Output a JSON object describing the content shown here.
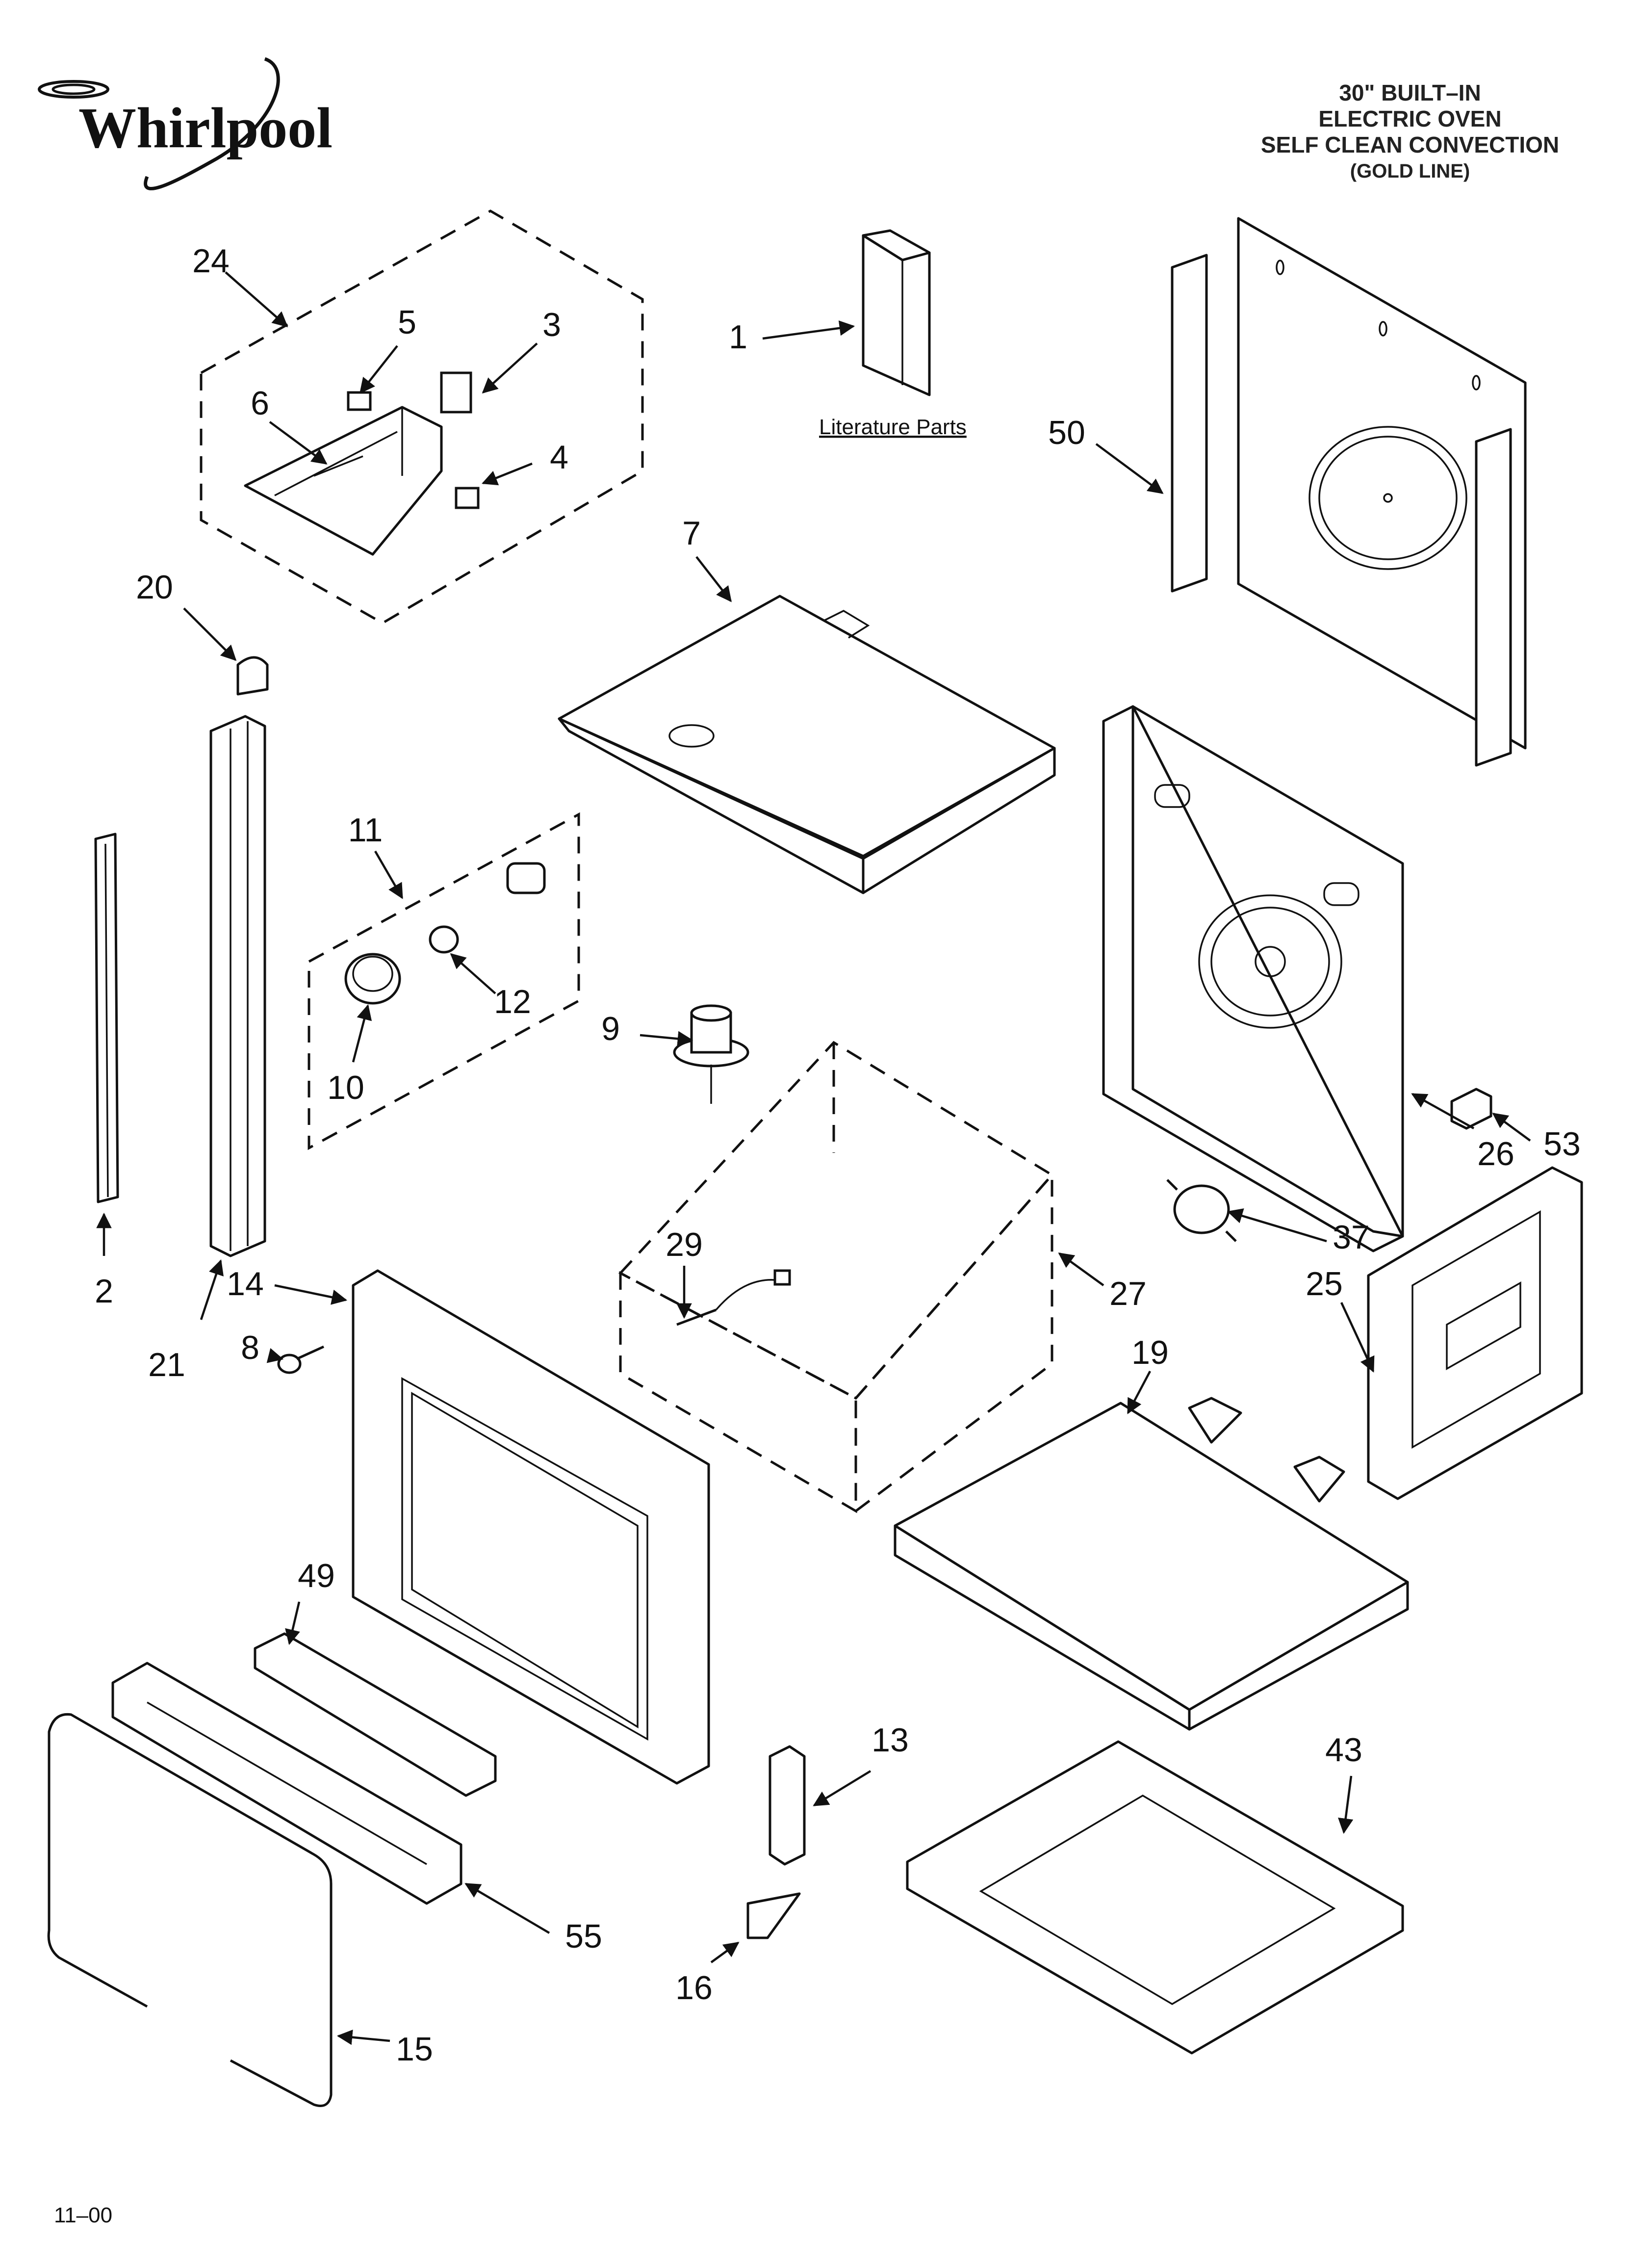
{
  "brand": {
    "name": "Whirlpool"
  },
  "title": {
    "line1": "30\" BUILT–IN",
    "line2": "ELECTRIC OVEN",
    "line3": "SELF CLEAN CONVECTION",
    "line4": "(GOLD LINE)"
  },
  "literature_label": "Literature Parts",
  "footer_code": "11–00",
  "callouts": {
    "c1": "1",
    "c2": "2",
    "c3": "3",
    "c4": "4",
    "c5": "5",
    "c6": "6",
    "c7": "7",
    "c8": "8",
    "c9": "9",
    "c10": "10",
    "c11": "11",
    "c12": "12",
    "c13": "13",
    "c14": "14",
    "c15": "15",
    "c16": "16",
    "c19": "19",
    "c20": "20",
    "c21": "21",
    "c24": "24",
    "c25": "25",
    "c26": "26",
    "c27": "27",
    "c29": "29",
    "c37": "37",
    "c43": "43",
    "c49": "49",
    "c50": "50",
    "c53": "53",
    "c55": "55"
  }
}
